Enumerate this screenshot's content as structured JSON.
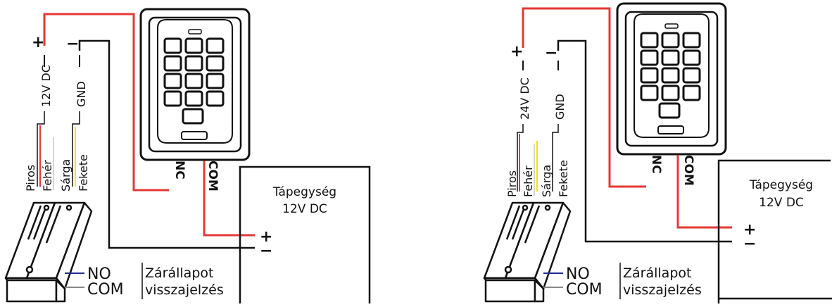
{
  "colors": {
    "positive_wire": "#e53935",
    "negative_wire": "#111111",
    "white_wire": "#dddddd",
    "yellow_wire": "#f2e600",
    "no_wire": "#1f2d8c",
    "com_wire": "#888888",
    "outline": "#111111",
    "device_fill": "#ffffff"
  },
  "diagrams": [
    {
      "supply_label": "12V DC",
      "gnd_label": "GND",
      "plus": "+",
      "minus": "−",
      "wire_colors": [
        "Piros",
        "Fehér",
        "Sárga",
        "Fekete"
      ],
      "nc_label": "NC",
      "com_label": "COM",
      "psu_title": "Tápegység",
      "psu_voltage": "12V DC",
      "psu_plus": "+",
      "psu_minus": "−",
      "no_label": "NO",
      "com_bottom_label": "COM",
      "status_line1": "Zárállapot",
      "status_line2": "visszajelzés"
    },
    {
      "supply_label": "24V DC",
      "gnd_label": "GND",
      "plus": "+",
      "minus": "−",
      "wire_colors": [
        "Piros",
        "Fehér",
        "Sárga",
        "Fekete"
      ],
      "nc_label": "NC",
      "com_label": "COM",
      "psu_title": "Tápegység",
      "psu_voltage": "12V DC",
      "psu_plus": "+",
      "psu_minus": "−",
      "no_label": "NO",
      "com_bottom_label": "COM",
      "status_line1": "Zárállapot",
      "status_line2": "visszajelzés"
    }
  ]
}
